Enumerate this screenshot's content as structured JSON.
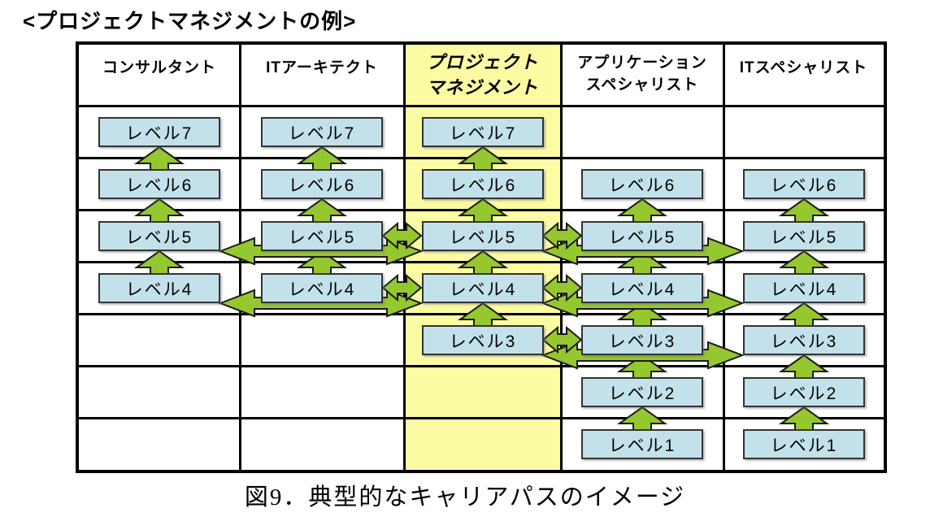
{
  "title": "<プロジェクトマネジメントの例>",
  "caption": "図9．典型的なキャリアパスのイメージ",
  "colors": {
    "highlight_column": "#FBFBA4",
    "level_box_fill": "#C2E1EA",
    "arrow_green": "#95C82E",
    "grid_line": "#000000",
    "background": "#FFFFFF"
  },
  "table": {
    "columns": [
      {
        "label": "コンサルタント",
        "highlighted": false,
        "levels": [
          "レベル7",
          "レベル6",
          "レベル5",
          "レベル4"
        ]
      },
      {
        "label": "ITアーキテクト",
        "highlighted": false,
        "levels": [
          "レベル7",
          "レベル6",
          "レベル5",
          "レベル4"
        ]
      },
      {
        "label_lines": [
          "プロジェクト",
          "マネジメント"
        ],
        "highlighted": true,
        "levels": [
          "レベル7",
          "レベル6",
          "レベル5",
          "レベル4",
          "レベル3"
        ]
      },
      {
        "label_lines": [
          "アプリケーション",
          "スペシャリスト"
        ],
        "highlighted": false,
        "levels": [
          "レベル6",
          "レベル5",
          "レベル4",
          "レベル3",
          "レベル2",
          "レベル1"
        ]
      },
      {
        "label": "ITスペシャリスト",
        "highlighted": false,
        "levels": [
          "レベル6",
          "レベル5",
          "レベル4",
          "レベル3",
          "レベル2",
          "レベル1"
        ]
      }
    ]
  },
  "connections": {
    "vertical_up_arrows": [
      {
        "column": "コンサルタント",
        "from_level": 4,
        "to_level": 7
      },
      {
        "column": "ITアーキテクト",
        "from_level": 4,
        "to_level": 7
      },
      {
        "column": "プロジェクトマネジメント",
        "from_level": 3,
        "to_level": 7
      },
      {
        "column": "アプリケーションスペシャリスト",
        "from_level": 1,
        "to_level": 6
      },
      {
        "column": "ITスペシャリスト",
        "from_level": 1,
        "to_level": 6
      }
    ],
    "bidirectional_short_arrows": [
      {
        "between": [
          "ITアーキテクト",
          "プロジェクトマネジメント"
        ],
        "level": 5
      },
      {
        "between": [
          "ITアーキテクト",
          "プロジェクトマネジメント"
        ],
        "level": 4
      },
      {
        "between": [
          "プロジェクトマネジメント",
          "アプリケーションスペシャリスト"
        ],
        "level": 5
      },
      {
        "between": [
          "プロジェクトマネジメント",
          "アプリケーションスペシャリスト"
        ],
        "level": 4
      },
      {
        "between": [
          "プロジェクトマネジメント",
          "アプリケーションスペシャリスト"
        ],
        "level": 3
      }
    ],
    "bidirectional_long_arrows": [
      {
        "between": [
          "コンサルタント",
          "プロジェクトマネジメント"
        ],
        "level": 5
      },
      {
        "between": [
          "コンサルタント",
          "プロジェクトマネジメント"
        ],
        "level": 4
      },
      {
        "between": [
          "プロジェクトマネジメント",
          "ITスペシャリスト"
        ],
        "level": 5
      },
      {
        "between": [
          "プロジェクトマネジメント",
          "ITスペシャリスト"
        ],
        "level": 4
      },
      {
        "between": [
          "プロジェクトマネジメント",
          "ITスペシャリスト"
        ],
        "level": 3
      }
    ]
  }
}
